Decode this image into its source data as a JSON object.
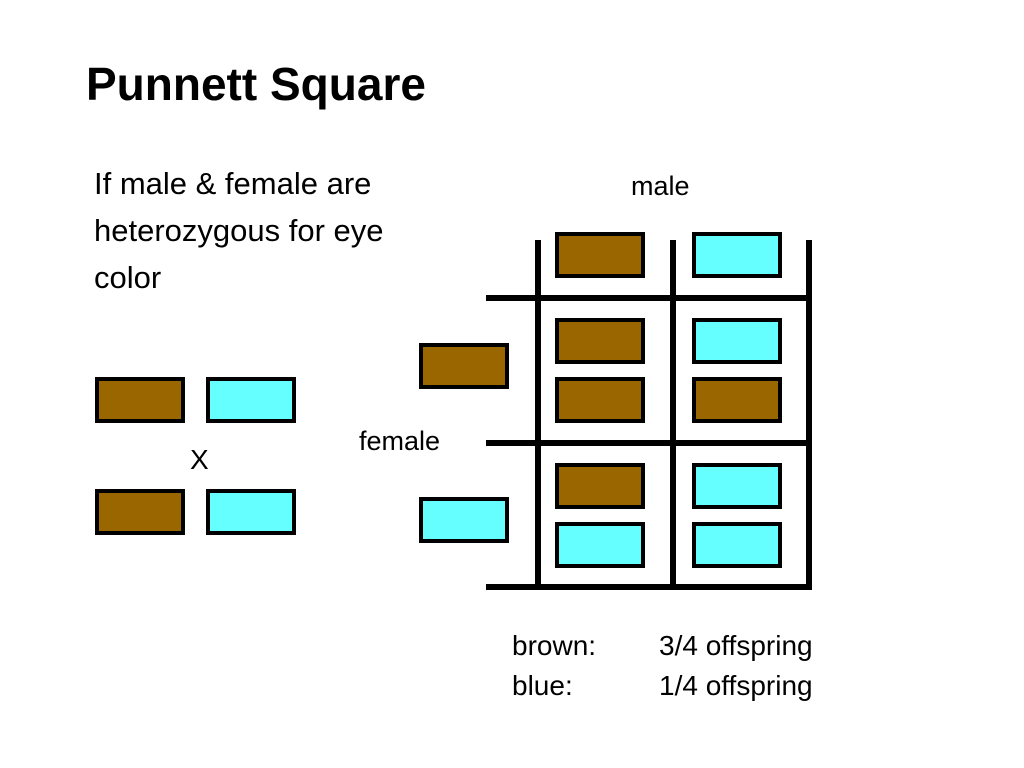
{
  "title": "Punnett Square",
  "intro": {
    "line1": "If male & female are",
    "line2": "heterozygous for eye",
    "line3": "color"
  },
  "labels": {
    "male": "male",
    "female": "female",
    "cross": "X"
  },
  "results": [
    {
      "trait": "brown:",
      "fraction": "3/4 offspring"
    },
    {
      "trait": "blue:",
      "fraction": "1/4 offspring"
    }
  ],
  "colors": {
    "brown_allele": "#996600",
    "blue_allele": "#66ffff",
    "grid": "#000000"
  },
  "parents": {
    "male": [
      "brown",
      "blue"
    ],
    "female": [
      "brown",
      "blue"
    ]
  },
  "offspring": [
    [
      "brown",
      "brown"
    ],
    [
      "blue",
      "brown"
    ],
    [
      "brown",
      "blue"
    ],
    [
      "blue",
      "blue"
    ]
  ]
}
